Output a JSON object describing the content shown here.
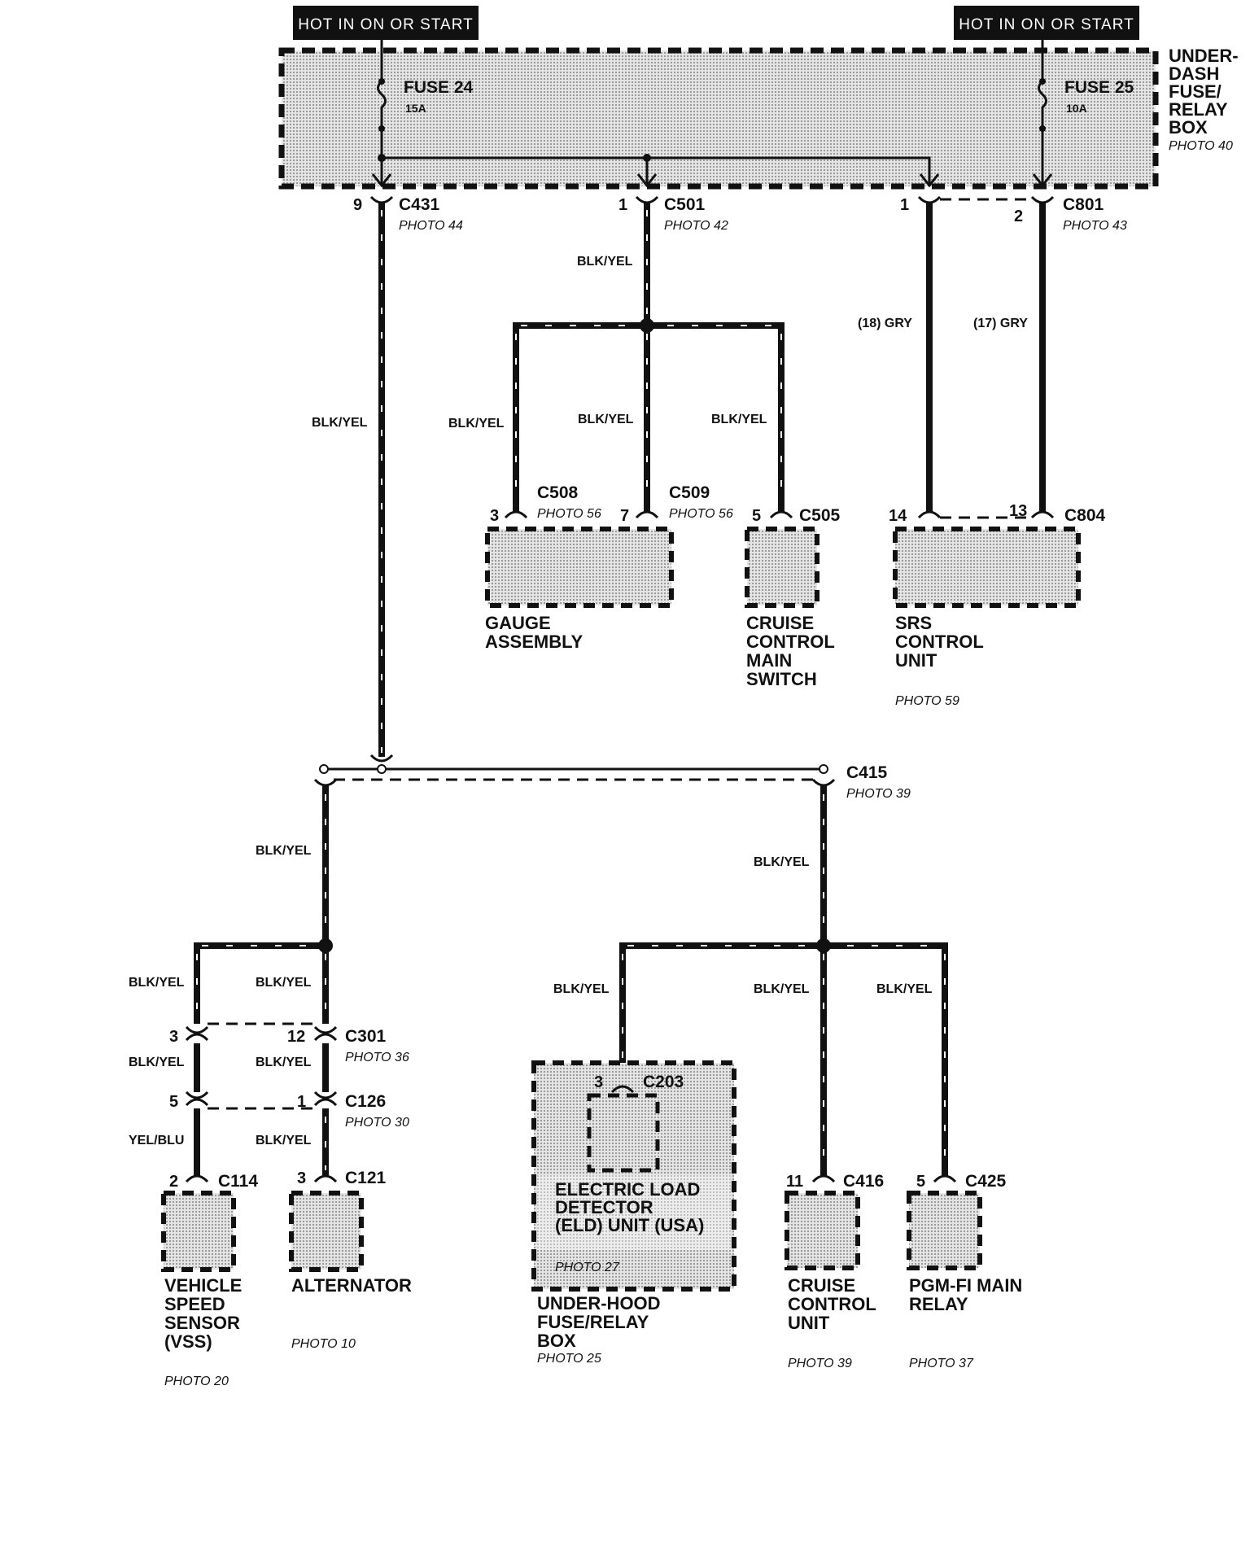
{
  "power": {
    "left_source": "HOT IN ON OR START",
    "right_source": "HOT IN ON OR START"
  },
  "fuse_box": {
    "name": "UNDER-DASH FUSE/RELAY BOX",
    "name_lines": [
      "UNDER-",
      "DASH",
      "FUSE/",
      "RELAY",
      "BOX"
    ],
    "photo": "PHOTO 40",
    "fuse_24": {
      "name": "FUSE 24",
      "rating": "15A"
    },
    "fuse_25": {
      "name": "FUSE 25",
      "rating": "10A"
    }
  },
  "connectors": {
    "c431": {
      "id": "C431",
      "photo": "PHOTO 44",
      "pin": "9"
    },
    "c501": {
      "id": "C501",
      "photo": "PHOTO 42",
      "pin": "1"
    },
    "c801": {
      "id": "C801",
      "photo": "PHOTO 43",
      "pin_a": "1",
      "pin_b": "2"
    },
    "c508": {
      "id": "C508",
      "photo": "PHOTO 56",
      "pin": "3"
    },
    "c509": {
      "id": "C509",
      "photo": "PHOTO 56",
      "pin": "7"
    },
    "c505": {
      "id": "C505",
      "pin": "5"
    },
    "c804": {
      "id": "C804",
      "pin_a": "14",
      "pin_b": "13"
    },
    "c415": {
      "id": "C415",
      "photo": "PHOTO 39"
    },
    "c301": {
      "id": "C301",
      "photo": "PHOTO 36",
      "pin_a": "3",
      "pin_b": "12"
    },
    "c126": {
      "id": "C126",
      "photo": "PHOTO 30",
      "pin_a": "5",
      "pin_b": "1"
    },
    "c114": {
      "id": "C114",
      "pin": "2"
    },
    "c121": {
      "id": "C121",
      "pin": "3"
    },
    "c203": {
      "id": "C203",
      "pin": "3"
    },
    "c416": {
      "id": "C416",
      "pin": "11"
    },
    "c425": {
      "id": "C425",
      "pin": "5"
    }
  },
  "wires": {
    "blk_yel": "BLK/YEL",
    "yel_blu": "YEL/BLU",
    "gry_18": "(18) GRY",
    "gry_17": "(17) GRY"
  },
  "components": {
    "gauge": {
      "lines": [
        "GAUGE",
        "ASSEMBLY"
      ]
    },
    "cruise_switch": {
      "lines": [
        "CRUISE",
        "CONTROL",
        "MAIN",
        "SWITCH"
      ]
    },
    "srs": {
      "lines": [
        "SRS",
        "CONTROL",
        "UNIT"
      ],
      "photo": "PHOTO 59"
    },
    "vss": {
      "lines": [
        "VEHICLE",
        "SPEED",
        "SENSOR",
        "(VSS)"
      ],
      "photo": "PHOTO 20"
    },
    "alternator": {
      "lines": [
        "ALTERNATOR"
      ],
      "photo": "PHOTO 10"
    },
    "underhood": {
      "lines": [
        "UNDER-HOOD",
        "FUSE/RELAY",
        "BOX"
      ],
      "photo": "PHOTO 25"
    },
    "eld": {
      "lines": [
        "ELECTRIC LOAD",
        "DETECTOR",
        "(ELD) UNIT (USA)"
      ],
      "photo": "PHOTO 27"
    },
    "cruise_unit": {
      "lines": [
        "CRUISE",
        "CONTROL",
        "UNIT"
      ],
      "photo": "PHOTO 39"
    },
    "pgmfi": {
      "lines": [
        "PGM-FI MAIN",
        "RELAY"
      ],
      "photo": "PHOTO 37"
    }
  }
}
